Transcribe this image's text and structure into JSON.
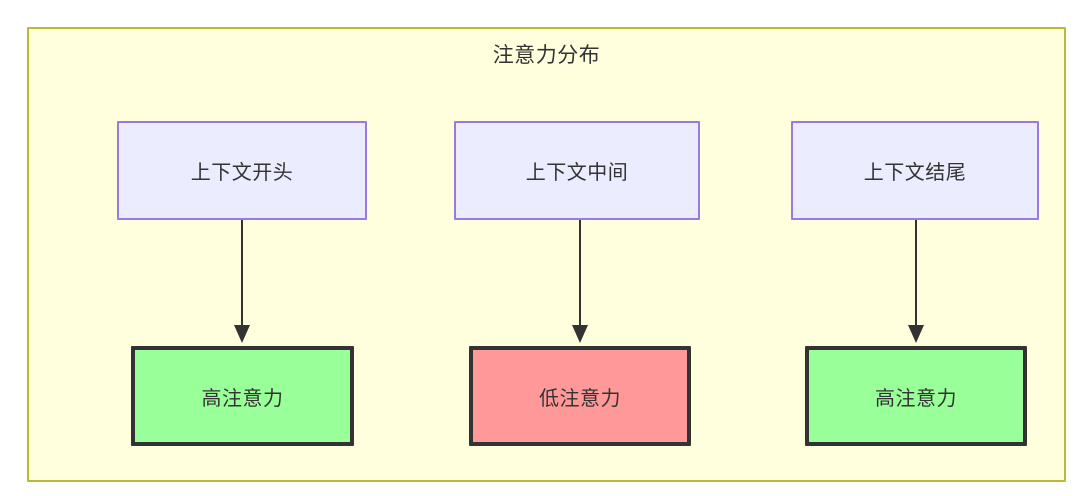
{
  "diagram": {
    "title": "注意力分布",
    "frame": {
      "fill": "#ffffdd",
      "stroke": "#bbbb33"
    },
    "context_nodes": [
      {
        "id": "context-start",
        "label": "上下文开头",
        "fill": "#ececff",
        "stroke": "#9a79e0"
      },
      {
        "id": "context-middle",
        "label": "上下文中间",
        "fill": "#ececff",
        "stroke": "#9a79e0"
      },
      {
        "id": "context-end",
        "label": "上下文结尾",
        "fill": "#ececff",
        "stroke": "#9a79e0"
      }
    ],
    "attention_nodes": [
      {
        "id": "attention-high-start",
        "label": "高注意力",
        "fill": "#99ff99",
        "stroke": "#333333"
      },
      {
        "id": "attention-low-middle",
        "label": "低注意力",
        "fill": "#ff9999",
        "stroke": "#333333"
      },
      {
        "id": "attention-high-end",
        "label": "高注意力",
        "fill": "#99ff99",
        "stroke": "#333333"
      }
    ],
    "edges": [
      {
        "id": "edge-start-to-high",
        "from": "上下文开头",
        "to": "高注意力",
        "arrow": "down-arrow-icon"
      },
      {
        "id": "edge-middle-to-low",
        "from": "上下文中间",
        "to": "低注意力",
        "arrow": "down-arrow-icon"
      },
      {
        "id": "edge-end-to-high",
        "from": "上下文结尾",
        "to": "高注意力",
        "arrow": "down-arrow-icon"
      }
    ]
  }
}
